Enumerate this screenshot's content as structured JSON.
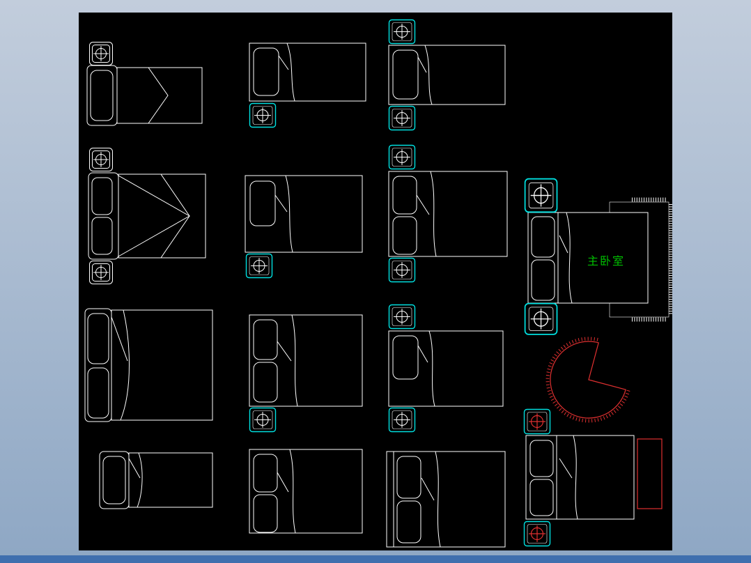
{
  "window": {
    "background_top": "#c2cddc",
    "background_bottom": "#8ea7c4",
    "bottom_strip": "#3f6fae",
    "canvas_background": "#000000"
  },
  "colors": {
    "line": "#ffffff",
    "cyan": "#00e0e0",
    "red": "#e03030",
    "green": "#00c000",
    "hatch": "#cfcfcf"
  },
  "labels": {
    "master_bedroom": "主卧室"
  },
  "blocks": [
    {
      "id": "single-bed-dotted-quilt",
      "row": 1,
      "col": 1,
      "desc": "single bed, white nightstand, dotted folded quilt"
    },
    {
      "id": "double-bed-triangle-quilt",
      "row": 2,
      "col": 1,
      "desc": "double bed, two white nightstands, triangular dotted quilt"
    },
    {
      "id": "double-bed-plain",
      "row": 3,
      "col": 1,
      "desc": "double bed with two pillows"
    },
    {
      "id": "single-bed-plain",
      "row": 4,
      "col": 1,
      "desc": "single bed with pillow"
    },
    {
      "id": "beds-with-cyan-nightstands",
      "cols": "2-3",
      "desc": "six bed plans with cyan nightstand blocks"
    },
    {
      "id": "master-bedroom-set",
      "desc": "double bed with large cyan nightstands, fringed dotted rug, green room label"
    },
    {
      "id": "round-rug",
      "desc": "circular rug with notch, triangular hatch, red fringe"
    },
    {
      "id": "bed-with-red-marked-nightstands",
      "desc": "double bed, cyan nightstands with red circles, red hatched runner rug"
    }
  ]
}
